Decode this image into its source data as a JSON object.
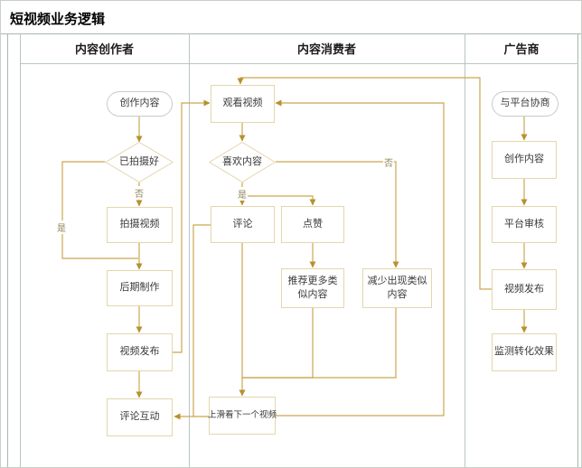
{
  "diagram": {
    "title": "短视频业务逻辑"
  },
  "lanes": [
    {
      "label": "内容创作者"
    },
    {
      "label": "内容消费者"
    },
    {
      "label": "广告商"
    }
  ],
  "nodes": {
    "creator_start": "创作内容",
    "creator_filmed": "已拍摄好",
    "creator_film": "拍摄视频",
    "creator_post": "后期制作",
    "creator_publish": "视频发布",
    "creator_interact": "评论互动",
    "consumer_watch": "观看视频",
    "consumer_like": "喜欢内容",
    "consumer_comment": "评论",
    "consumer_upvote": "点赞",
    "consumer_recommend": "推荐更多类似内容",
    "consumer_reduce": "减少出现类似内容",
    "consumer_next": "上滑看下一个视频",
    "ad_start": "与平台协商",
    "ad_create": "创作内容",
    "ad_review": "平台审核",
    "ad_publish": "视频发布",
    "ad_monitor": "监测转化效果"
  },
  "edge_labels": {
    "creator_no": "否",
    "creator_yes": "是",
    "consumer_yes": "是",
    "consumer_no": "否"
  },
  "colors": {
    "connector": "#cba64f",
    "arrowhead": "#b6912d",
    "node_border": "#e4d7ac",
    "stadium_border": "#c5cdc9",
    "lane_border": "#b9c5c0",
    "pool_border": "#a9b6b1",
    "label_text": "#8f8356",
    "node_text": "#3a3a3a"
  }
}
